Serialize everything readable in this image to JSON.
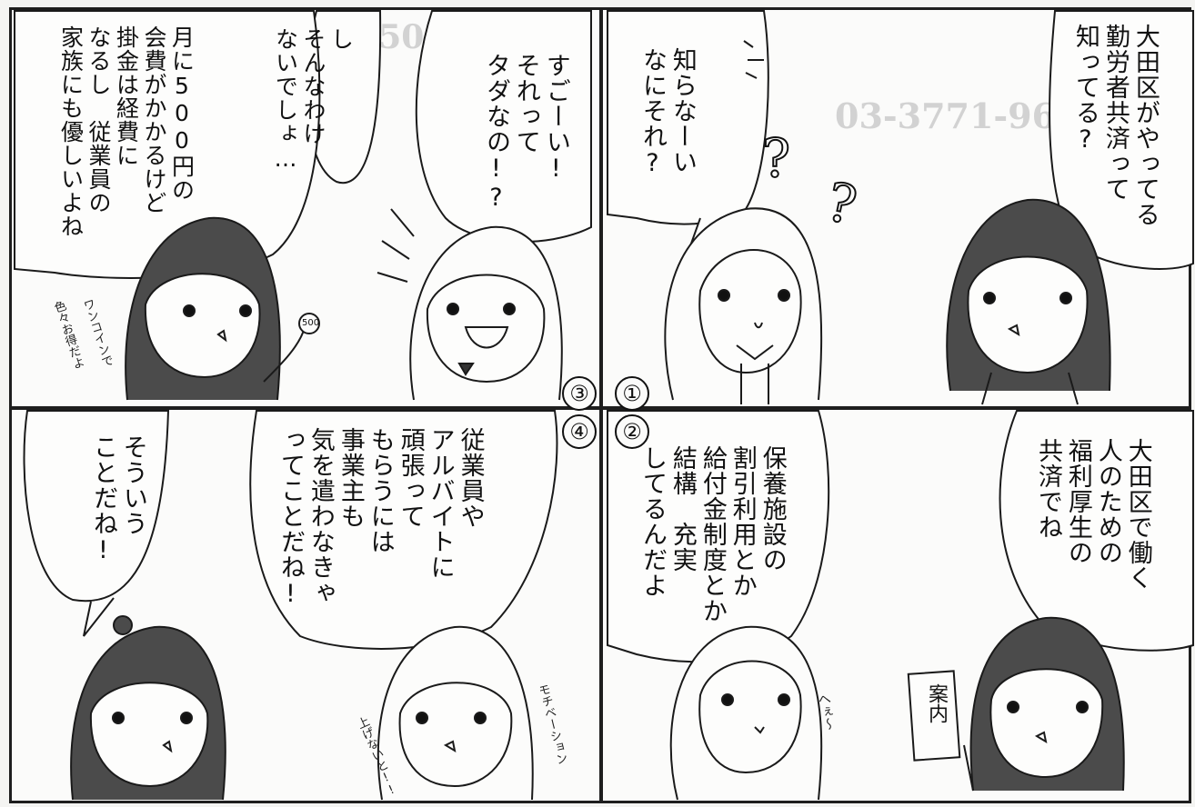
{
  "background_print": {
    "phone": "03-3771-9650",
    "phone_partial": "ｔ3-3771-9650"
  },
  "panels": [
    {
      "number": "①",
      "bubbles": [
        {
          "lines": [
            "大田区がやってる",
            "勤労者共済って",
            "知ってる?"
          ]
        },
        {
          "lines": [
            "知らなーい",
            "なにそれ?"
          ]
        }
      ],
      "marks": [
        "?",
        "?"
      ]
    },
    {
      "number": "②",
      "bubbles": [
        {
          "lines": [
            "大田区で働く",
            "人のための",
            "福利厚生の",
            "共済でね"
          ]
        },
        {
          "lines": [
            "保養施設の",
            "割引利用とか",
            "給付金制度とか",
            "結構　充実",
            "してるんだよ"
          ]
        }
      ],
      "reaction": "へぇ〜",
      "sign": "案内"
    },
    {
      "number": "③",
      "bubbles": [
        {
          "lines": [
            "すごーい!",
            "それって",
            "タダなの!?"
          ]
        },
        {
          "lines": [
            "し",
            "そんなわけ",
            "ないでしょ…"
          ]
        },
        {
          "lines": [
            "月に500円の",
            "会費がかかるけど",
            "掛金は経費に",
            "なるし　従業員の",
            "家族にも優しいよね"
          ]
        }
      ],
      "aside": [
        "ワンコインで",
        "色々お得だよ"
      ],
      "coin": "500"
    },
    {
      "number": "④",
      "bubbles": [
        {
          "lines": [
            "従業員や",
            "アルバイトに",
            "頑張って",
            "もらうには",
            "事業主も",
            "気を遣わなきゃ",
            "ってことだね!"
          ]
        },
        {
          "lines": [
            "そういう",
            "ことだね!"
          ]
        }
      ],
      "aside": [
        "モチベーション",
        "上げないと!!"
      ]
    }
  ]
}
